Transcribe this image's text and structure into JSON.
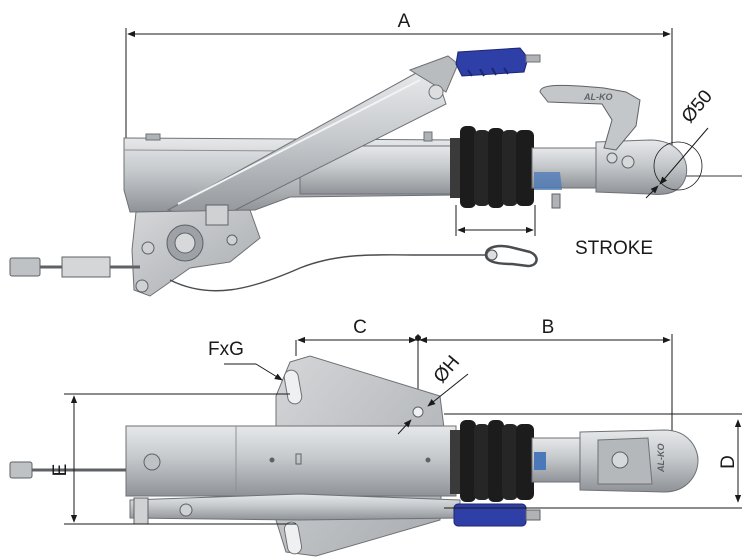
{
  "labels": {
    "A": "A",
    "diameter_50": "Ø50",
    "stroke": "STROKE",
    "C": "C",
    "B": "B",
    "FxG": "FxG",
    "diameter_H": "ØH",
    "E": "E",
    "D": "D",
    "brand": "AL-KO"
  },
  "colors": {
    "metal": "#c9cbcd",
    "metal_dark": "#8d9094",
    "metal_light": "#e4e6e8",
    "bellows": "#1c1c1c",
    "grip_blue": "#2f3fa8",
    "coupling_blue": "#4a78b8",
    "line": "#1a1a1a"
  }
}
